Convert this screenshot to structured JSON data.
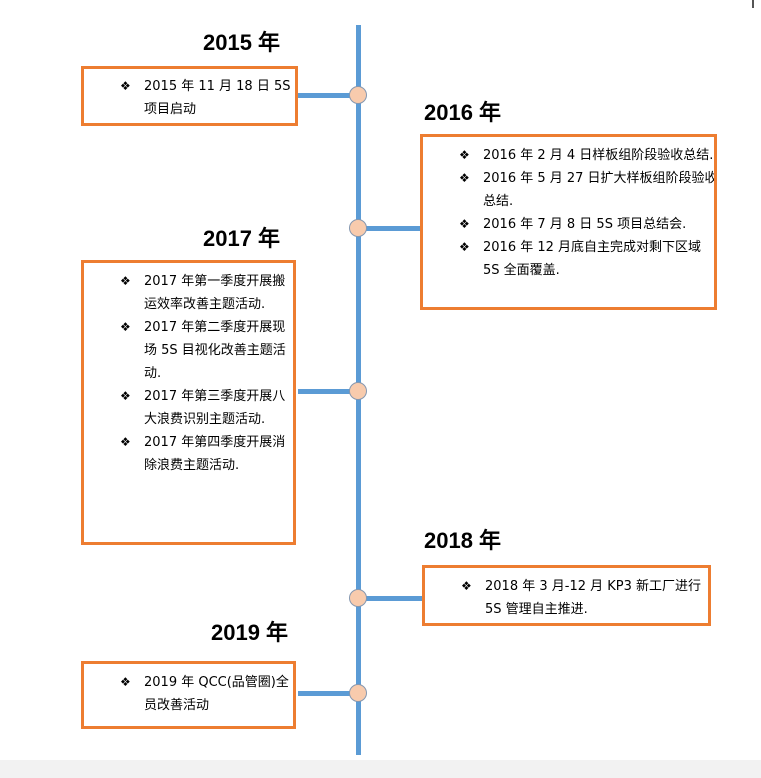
{
  "bullet_symbol": "❖",
  "colors": {
    "line": "#5b9bd5",
    "box_border": "#ed7d31",
    "node_fill": "#f8cbad"
  },
  "milestones": [
    {
      "year": "2015 年",
      "items": [
        "2015 年 11 月 18 日 5S 项目启动"
      ]
    },
    {
      "year": "2016 年",
      "items": [
        "2016 年 2 月 4 日样板组阶段验收总结.",
        "2016 年 5 月 27 日扩大样板组阶段验收总结.",
        "2016 年 7 月 8 日 5S 项目总结会.",
        "2016 年 12 月底自主完成对剩下区域 5S 全面覆盖."
      ]
    },
    {
      "year": "2017 年",
      "items": [
        "2017 年第一季度开展搬运效率改善主题活动.",
        "2017 年第二季度开展现场 5S 目视化改善主题活动.",
        "2017 年第三季度开展八大浪费识别主题活动.",
        "2017 年第四季度开展消除浪费主题活动."
      ]
    },
    {
      "year": "2018 年",
      "items": [
        "2018 年 3 月-12 月 KP3 新工厂进行 5S 管理自主推进."
      ]
    },
    {
      "year": "2019 年",
      "items": [
        "2019 年 QCC(品管圈)全员改善活动"
      ]
    }
  ]
}
